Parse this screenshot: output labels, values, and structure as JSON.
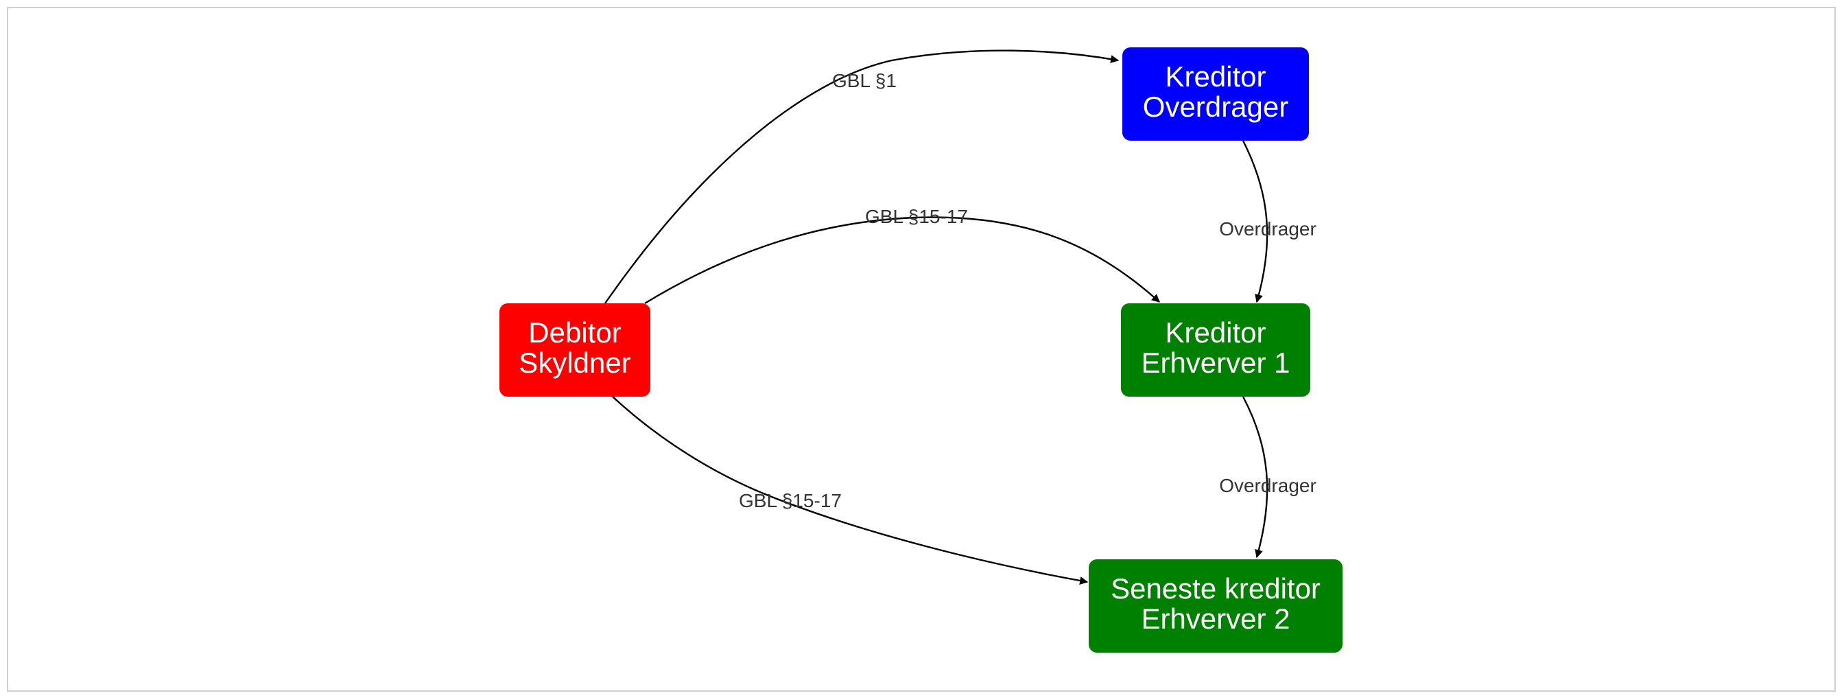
{
  "colors": {
    "debtor": "#ff0000",
    "assignor": "#0000ff",
    "acquirer": "#008000",
    "edge": "#000000",
    "label": "#333333"
  },
  "nodes": {
    "debitor": {
      "line1": "Debitor",
      "line2": "Skyldner"
    },
    "kreditor_overdrager": {
      "line1": "Kreditor",
      "line2": "Overdrager"
    },
    "kreditor_erhverver1": {
      "line1": "Kreditor",
      "line2": "Erhverver 1"
    },
    "seneste_kreditor": {
      "line1": "Seneste kreditor",
      "line2": "Erhverver 2"
    }
  },
  "edges": {
    "debitor_to_overdrager": {
      "label": "GBL §1"
    },
    "debitor_to_erhverver1": {
      "label": "GBL §15-17"
    },
    "debitor_to_erhverver2": {
      "label": "GBL §15-17"
    },
    "overdrager_to_erhverver1": {
      "label": "Overdrager"
    },
    "erhverver1_to_erhverver2": {
      "label": "Overdrager"
    }
  }
}
